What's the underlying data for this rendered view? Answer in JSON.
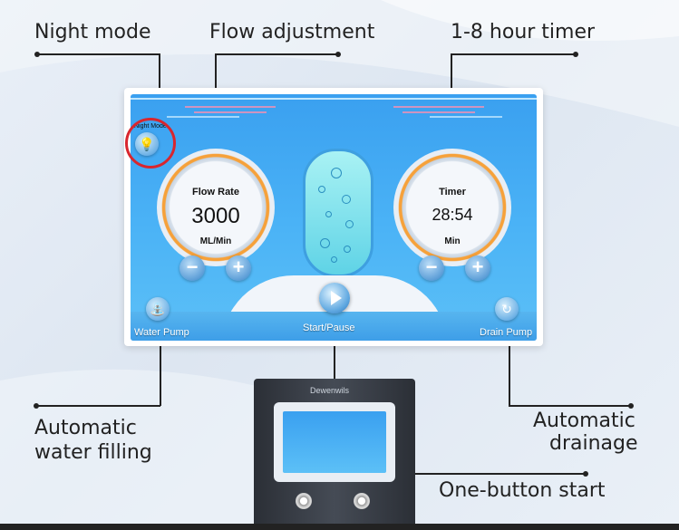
{
  "callouts": {
    "night_mode": "Night mode",
    "flow_adjustment": "Flow adjustment",
    "timer": "1-8 hour timer",
    "water_filling_1": "Automatic",
    "water_filling_2": "water filling",
    "drainage_1": "Automatic",
    "drainage_2": "drainage",
    "one_button": "One-button start"
  },
  "screen": {
    "night_mode_label": "Night Mode",
    "flow": {
      "title": "Flow Rate",
      "value": "3000",
      "unit": "ML/Min"
    },
    "timer": {
      "title": "Timer",
      "value": "28:54",
      "unit": "Min"
    },
    "water_pump_label": "Water Pump",
    "start_pause_label": "Start/Pause",
    "drain_pump_label": "Drain Pump",
    "minus_symbol": "−",
    "plus_symbol": "+"
  },
  "device": {
    "brand": "Dewenwils"
  },
  "colors": {
    "accent": "#f6a13a",
    "screen_blue": "#3aa0f0",
    "highlight": "#d8262e"
  }
}
